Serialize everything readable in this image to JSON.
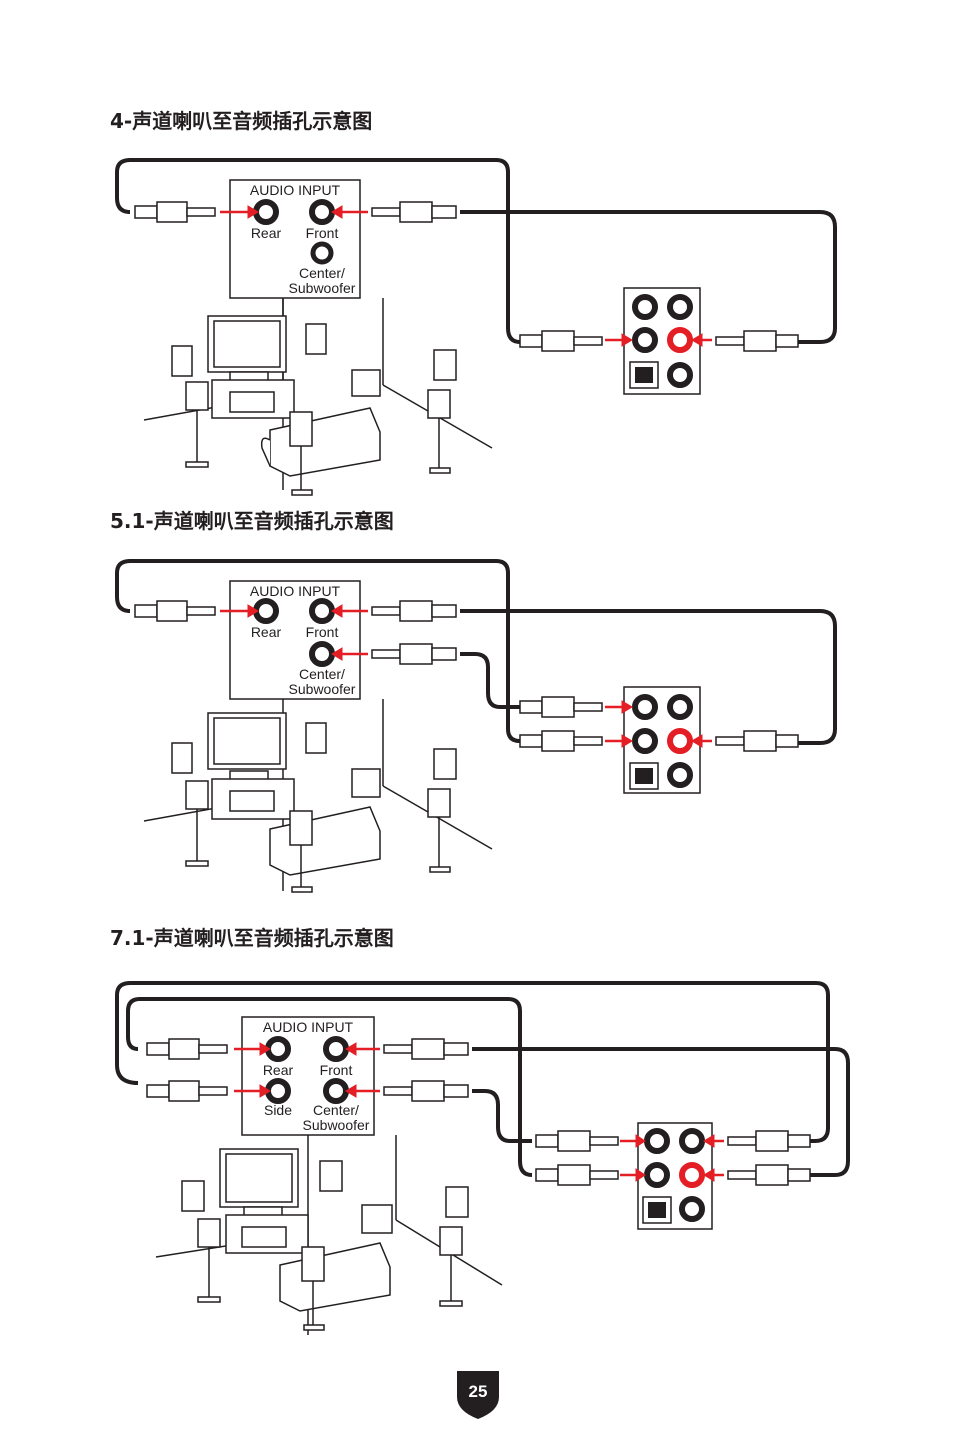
{
  "sections": [
    {
      "title": "4-声道喇叭至音频插孔示意图",
      "panel": {
        "heading": "AUDIO INPUT",
        "jacks": {
          "rear": "Rear",
          "front": "Front",
          "center1": "Center/",
          "center2": "Subwoofer"
        }
      }
    },
    {
      "title": "5.1-声道喇叭至音频插孔示意图",
      "panel": {
        "heading": "AUDIO INPUT",
        "jacks": {
          "rear": "Rear",
          "front": "Front",
          "center1": "Center/",
          "center2": "Subwoofer"
        }
      }
    },
    {
      "title": "7.1-声道喇叭至音频插孔示意图",
      "panel": {
        "heading": "AUDIO INPUT",
        "jacks": {
          "rear": "Rear",
          "front": "Front",
          "side": "Side",
          "center1": "Center/",
          "center2": "Subwoofer"
        }
      }
    }
  ],
  "page_number": "25",
  "colors": {
    "accent_red": "#e31e24",
    "ink": "#231f20",
    "badge": "#231f20"
  }
}
